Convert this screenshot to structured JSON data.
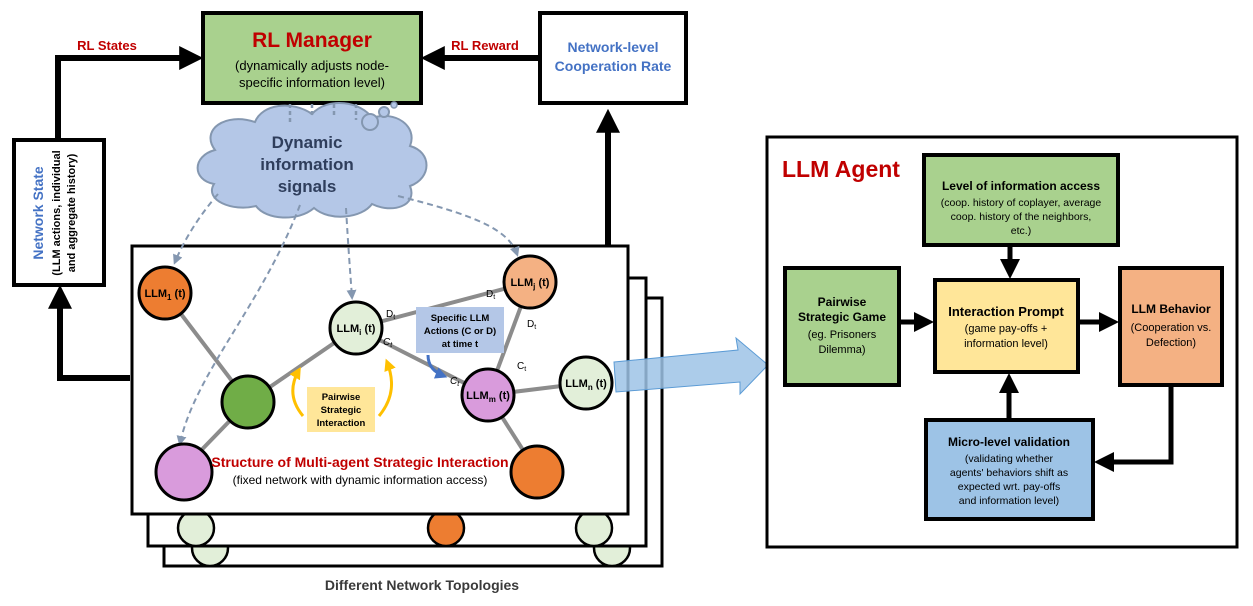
{
  "rl_manager": {
    "title": "RL Manager",
    "line1": "(dynamically adjusts node-",
    "line2": "specific information level)"
  },
  "network_coop": {
    "line1": "Network-level",
    "line2": "Cooperation Rate"
  },
  "arrows": {
    "rl_states": "RL States",
    "rl_reward": "RL Reward"
  },
  "network_state": {
    "title": "Network State",
    "line1": "(LLM actions, individual",
    "line2": "and aggregate history)"
  },
  "cloud": {
    "line1": "Dynamic",
    "line2": "information",
    "line3": "signals"
  },
  "network": {
    "nodes": {
      "llm1": {
        "base": "LLM",
        "sub": "1",
        "suffix": " (t)"
      },
      "llmi": {
        "base": "LLM",
        "sub": "i",
        "suffix": " (t)"
      },
      "llmj": {
        "base": "LLM",
        "sub": "j",
        "suffix": " (t)"
      },
      "llmm": {
        "base": "LLM",
        "sub": "m",
        "suffix": " (t)"
      },
      "llmn": {
        "base": "LLM",
        "sub": "n",
        "suffix": " (t)"
      }
    },
    "edge_labels": {
      "dt_i": {
        "base": "D",
        "sub": "t"
      },
      "ct_i": {
        "base": "C",
        "sub": "t"
      },
      "dt_j": {
        "base": "D",
        "sub": "t"
      },
      "dt_jm": {
        "base": "D",
        "sub": "t"
      },
      "ct_m": {
        "base": "C",
        "sub": "t"
      },
      "ct_mm": {
        "base": "C",
        "sub": "t"
      }
    },
    "actions_box": {
      "line1": "Specific LLM",
      "line2": "Actions (C or D)",
      "line3": "at time t"
    },
    "pairwise_box": {
      "line1": "Pairwise",
      "line2": "Strategic",
      "line3": "Interaction"
    },
    "title": "Structure of Multi-agent Strategic Interaction",
    "subtitle": "(fixed network with dynamic information access)",
    "caption": "Different Network Topologies"
  },
  "agent": {
    "title": "LLM Agent",
    "info_access": {
      "title": "Level of information access",
      "line1": "(coop. history of coplayer, average",
      "line2": "coop. history of the neighbors,",
      "line3": "etc.)"
    },
    "game": {
      "line1": "Pairwise",
      "line2": "Strategic Game",
      "line3": "(eg. Prisoners",
      "line4": "Dilemma)"
    },
    "prompt": {
      "title": "Interaction Prompt",
      "line1": "(game pay-offs +",
      "line2": "information level)"
    },
    "behavior": {
      "title": "LLM Behavior",
      "line1": "(Cooperation vs.",
      "line2": "Defection)"
    },
    "validation": {
      "title": "Micro-level validation",
      "line1": "(validating whether",
      "line2": "agents' behaviors shift as",
      "line3": "expected wrt. pay-offs",
      "line4": "and information level)"
    }
  },
  "colors": {
    "green_box": "#a9d18e",
    "blue_box": "#9dc3e6",
    "yellow_box": "#ffe699",
    "orange_box": "#f4b183",
    "cloud": "#b4c7e7",
    "red_title": "#c00000",
    "blue_title": "#4472c4",
    "node_orange": "#ed7d31",
    "node_green": "#70ad47",
    "node_lightgreen": "#e2efd9",
    "node_pink": "#d99bdc"
  }
}
